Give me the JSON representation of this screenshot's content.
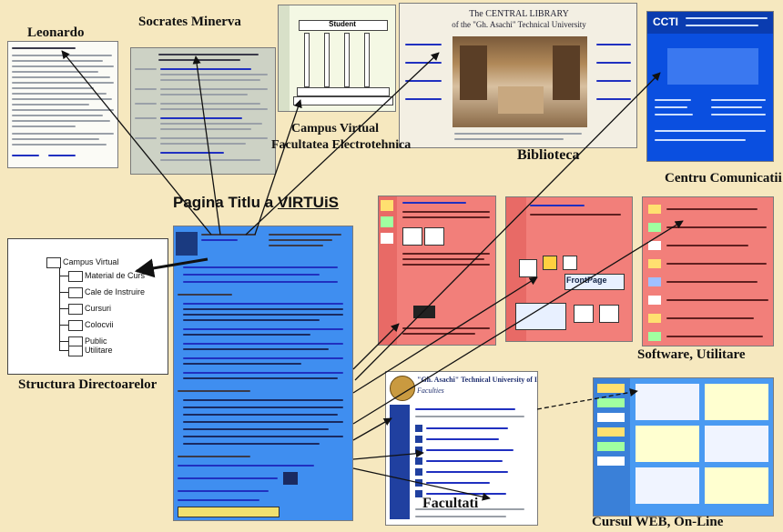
{
  "labels": {
    "leonardo": "Leonardo",
    "socrates": "Socrates  Minerva",
    "campus_line1": "Campus Virtual",
    "campus_line2": "Facultatea Electrotehnica",
    "biblioteca": "Biblioteca",
    "centru": "Centru Comunicatii",
    "pagina_titlu_prefix": "Pagina Titlu a ",
    "pagina_titlu_link": "VIRTUiS",
    "structura": "Structura Directoarelor",
    "software": "Software, Utilitare",
    "facultati": "Facultati",
    "cursul": "Cursul WEB, On-Line"
  },
  "directory_tree": {
    "root": "Campus Virtual",
    "items": [
      "Material de Curs",
      "Cale de Instruire",
      "Cursuri",
      "Colocvii",
      "Public",
      "Utilitare"
    ]
  },
  "library_thumb": {
    "title_line1": "The CENTRAL LIBRARY",
    "title_line2": "of the \"Gh. Asachi\" Technical University"
  },
  "ccti_thumb": {
    "logo": "CCTI"
  },
  "university_thumb": {
    "title": "\"Gh. Asachi\" Technical University of Iasi",
    "subtitle": "Faculties"
  },
  "campus_thumb": {
    "heading": "Student"
  },
  "software_thumb": {
    "frontpage": "FrontPage"
  },
  "colors": {
    "background": "#f6e8bf",
    "title_page_blue": "#3f8ef0",
    "software_pink": "#f27f7a",
    "ccti_blue": "#0a4fe0",
    "course_blue": "#4a9af2",
    "arrow": "#111111"
  }
}
